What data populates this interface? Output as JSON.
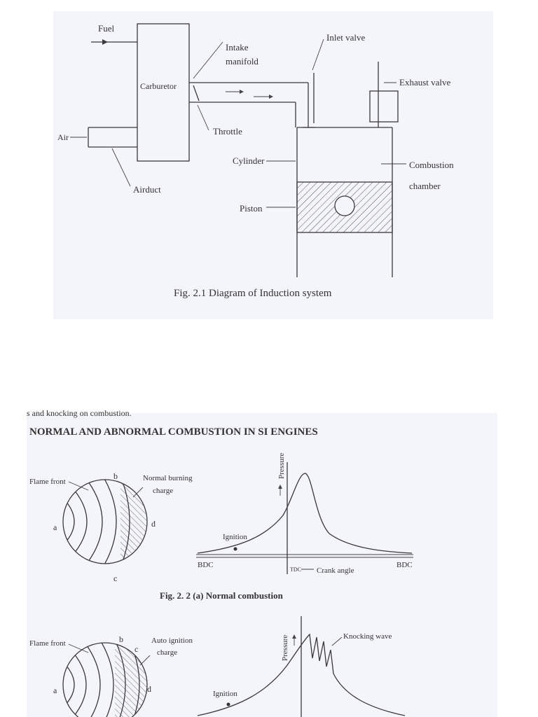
{
  "top_figure": {
    "labels": {
      "fuel": "Fuel",
      "air": "Air",
      "carburetor": "Carburetor",
      "intake_manifold_1": "Intake",
      "intake_manifold_2": "manifold",
      "throttle": "Throttle",
      "airduct": "Airduct",
      "inlet_valve": "Inlet valve",
      "exhaust_valve": "Exhaust valve",
      "cylinder": "Cylinder",
      "combustion_chamber_1": "Combustion",
      "combustion_chamber_2": "chamber",
      "piston": "Piston"
    },
    "caption": "Fig. 2.1  Diagram of Induction system"
  },
  "bottom_figure": {
    "cut_text": "s and knocking on combustion.",
    "section_title": "NORMAL AND ABNORMAL COMBUSTION IN SI ENGINES",
    "normal": {
      "flame_front": "Flame front",
      "point_a": "a",
      "point_b": "b",
      "point_c": "c",
      "point_d": "d",
      "burning_1": "Normal burning",
      "burning_2": "charge",
      "pressure": "Pressure",
      "ignition": "Ignition",
      "bdc_left": "BDC",
      "tdc": "TDC",
      "crank_angle": "Crank angle",
      "bdc_right": "BDC",
      "caption": "Fig. 2. 2 (a)  Normal combustion"
    },
    "abnormal": {
      "flame_front": "Flame front",
      "point_a": "a",
      "point_b": "b",
      "point_c": "c",
      "point_d": "d",
      "auto_1": "Auto ignition",
      "auto_2": "charge",
      "pressure": "Pressure",
      "knocking": "Knocking wave",
      "ignition": "Ignition"
    }
  }
}
